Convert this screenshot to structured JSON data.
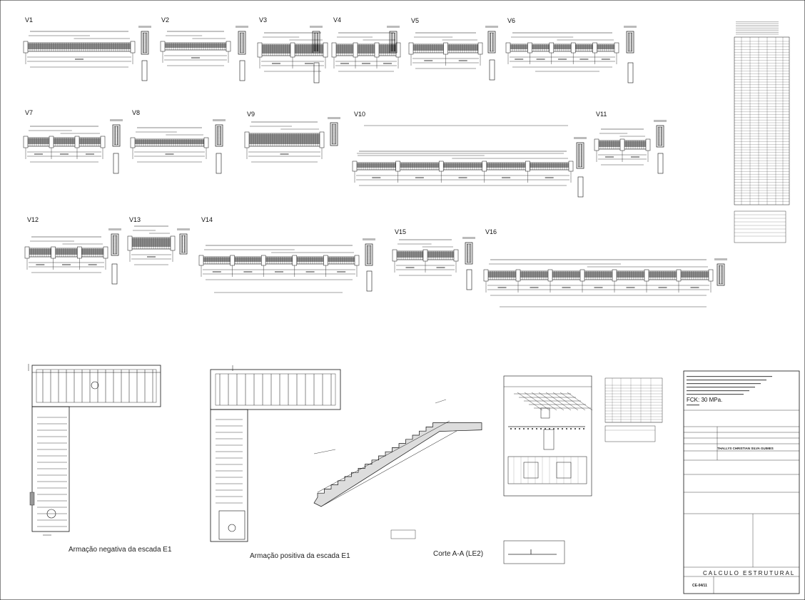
{
  "beams": {
    "v1": "V1",
    "v2": "V2",
    "v3": "V3",
    "v4": "V4",
    "v5": "V5",
    "v6": "V6",
    "v7": "V7",
    "v8": "V8",
    "v9": "V9",
    "v10": "V10",
    "v11": "V11",
    "v12": "V12",
    "v13": "V13",
    "v14": "V14",
    "v15": "V15",
    "v16": "V16"
  },
  "captions": {
    "neg": "Armação negativa da escada E1",
    "pos": "Armação positiva da escada E1",
    "corte": "Corte A-A (LE2)"
  },
  "titleblock": {
    "fck": "FCK: 30 MPa.",
    "author": "THALLYS CHRISTIAN SILVA GUIMES",
    "discipline": "CALCULO ESTRUTURAL",
    "sheet": "CE-04/11"
  },
  "colors": {
    "ink": "#111111",
    "fill": "#222222",
    "hatch": "#888888"
  }
}
